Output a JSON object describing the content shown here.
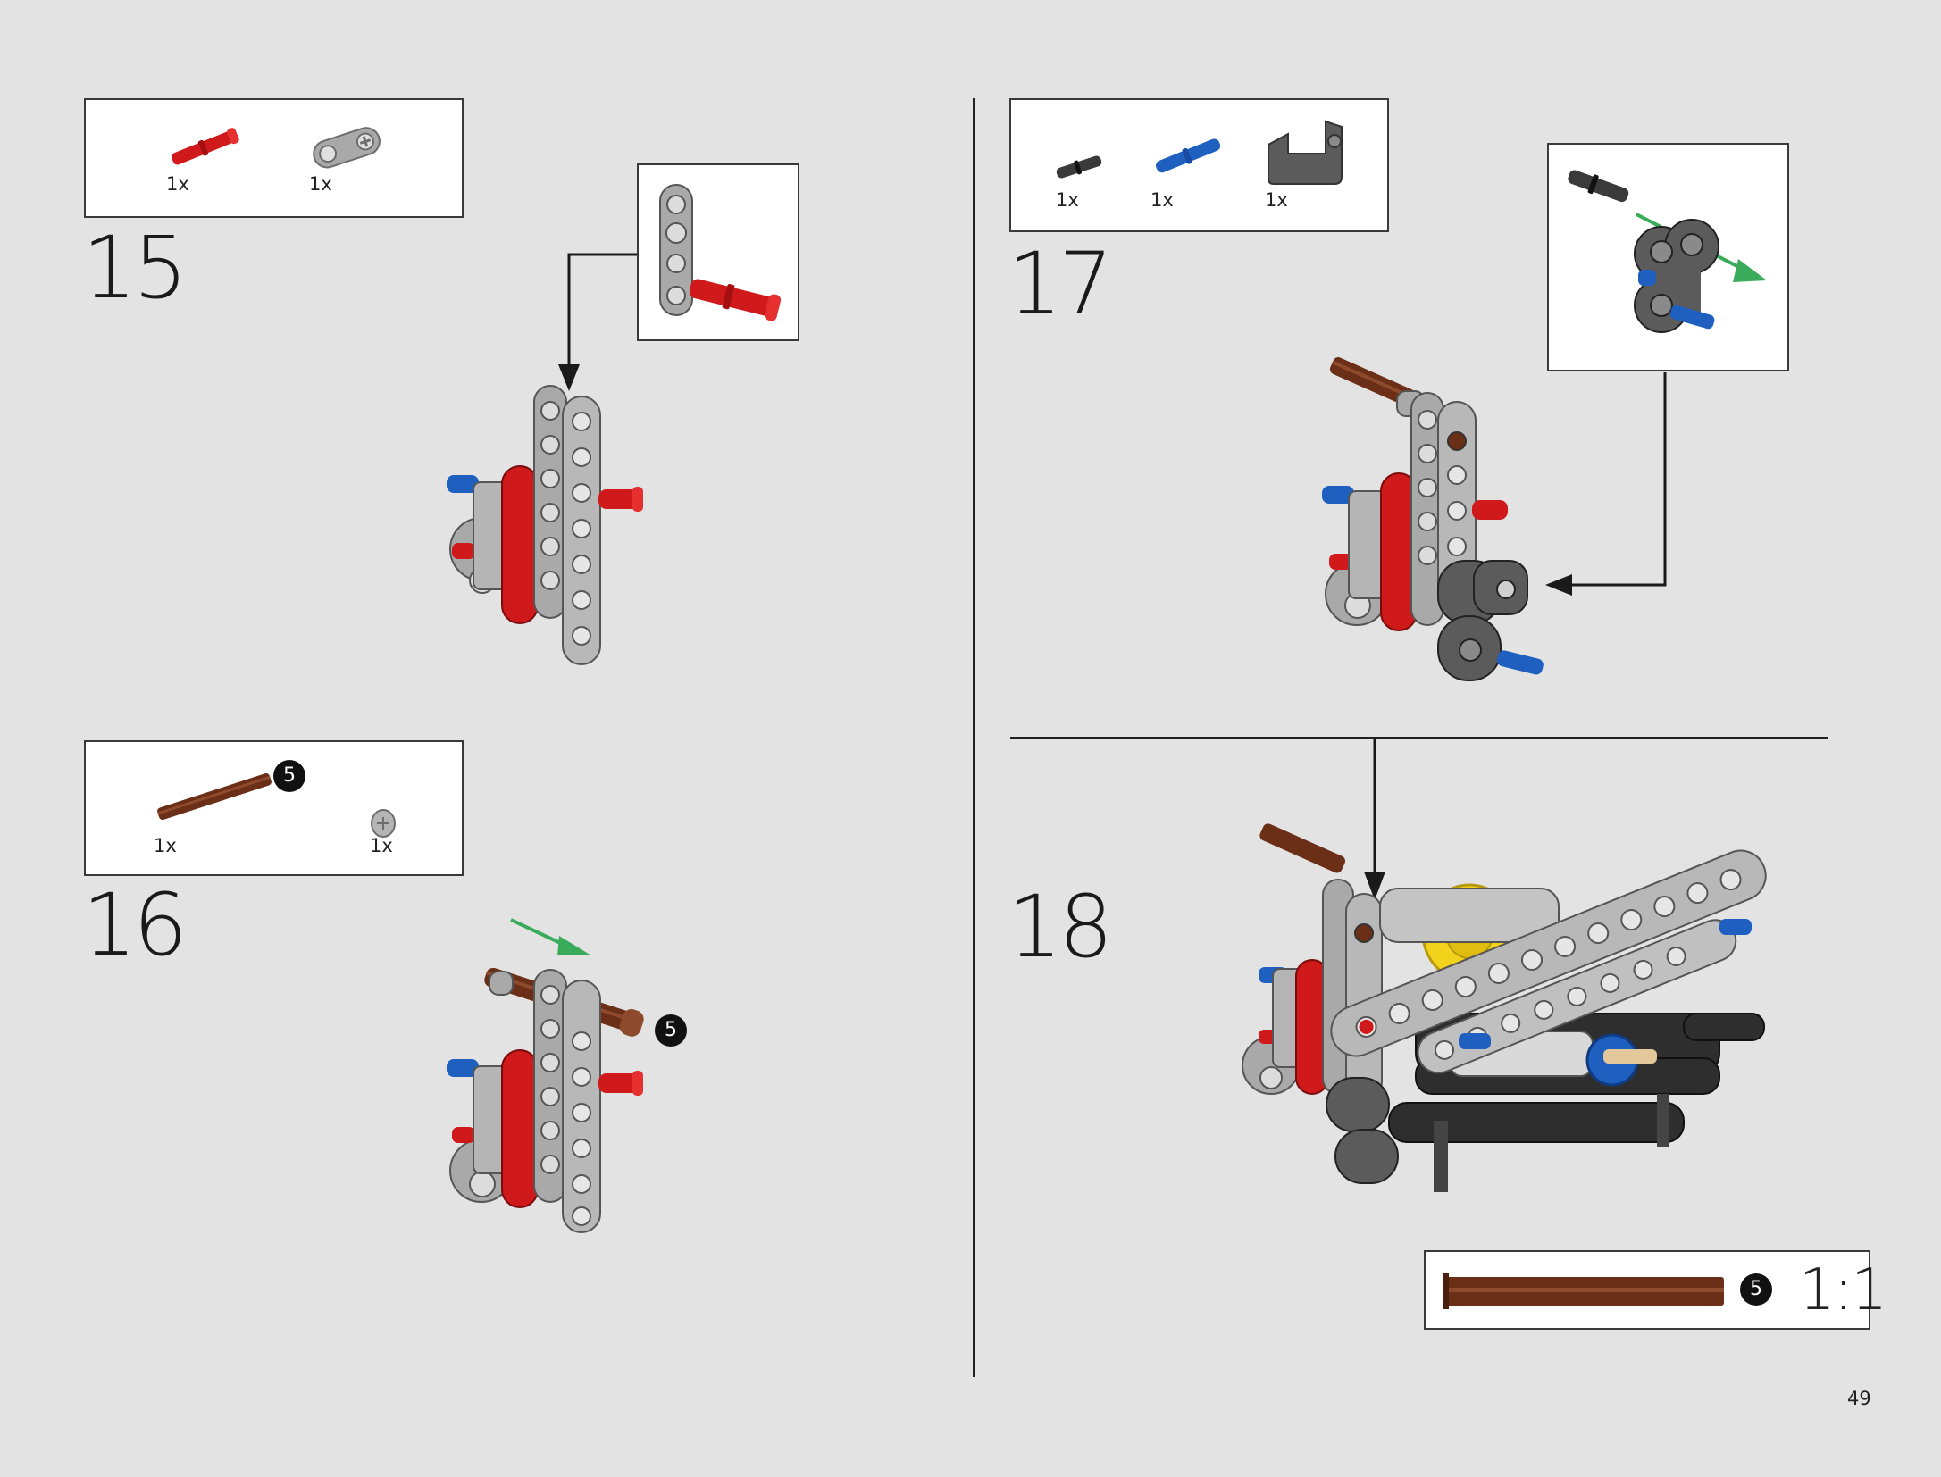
{
  "page": {
    "number": "49"
  },
  "colors": {
    "background": "#e3e3e3",
    "red": "#d0191a",
    "blue": "#1f5fbf",
    "light_gray": "#a9a9a9",
    "dark_gray": "#5b5b5b",
    "brown": "#6b2f17",
    "yellow": "#f2d21b",
    "green_arrow": "#3aab5b",
    "black": "#1a1a1a"
  },
  "steps": [
    {
      "number": "15",
      "parts": [
        {
          "icon": "red-friction-pin-icon",
          "qty": "1x"
        },
        {
          "icon": "gray-connector-icon",
          "qty": "1x"
        }
      ]
    },
    {
      "number": "16",
      "parts": [
        {
          "icon": "brown-axle-icon",
          "qty": "1x",
          "length_badge": "5"
        },
        {
          "icon": "gray-bush-icon",
          "qty": "1x"
        }
      ],
      "callout_badge": "5"
    },
    {
      "number": "17",
      "parts": [
        {
          "icon": "black-pin-icon",
          "qty": "1x"
        },
        {
          "icon": "blue-pin-icon",
          "qty": "1x"
        },
        {
          "icon": "dark-gray-bracket-icon",
          "qty": "1x"
        }
      ]
    },
    {
      "number": "18",
      "parts": []
    }
  ],
  "scale_reference": {
    "badge": "5",
    "label": "1:1",
    "icon": "brown-axle-icon"
  }
}
